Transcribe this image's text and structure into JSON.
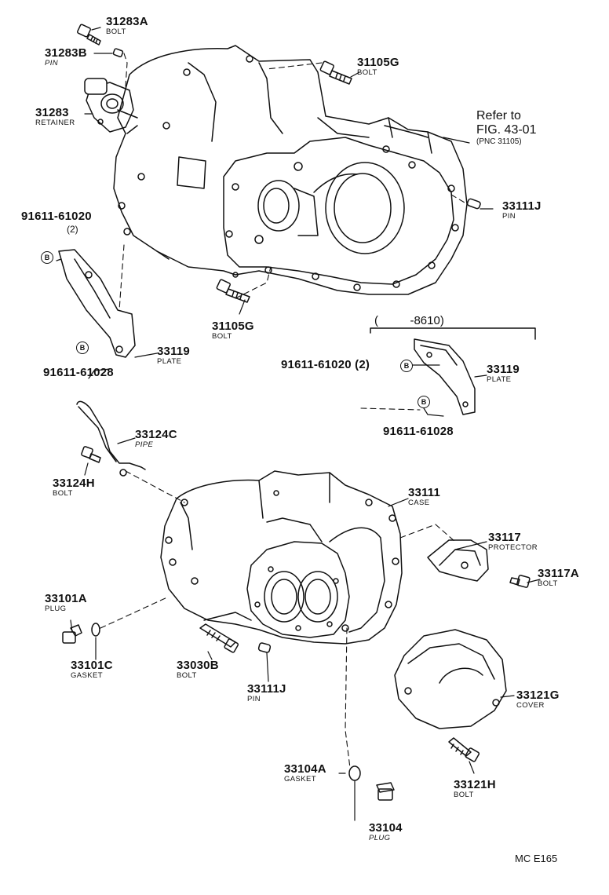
{
  "parts": [
    {
      "id": "p1",
      "number": "31283A",
      "name": "BOLT"
    },
    {
      "id": "p2",
      "number": "31283B",
      "name": "PIN"
    },
    {
      "id": "p3",
      "number": "31283",
      "name": "RETAINER"
    },
    {
      "id": "p4",
      "number": "31105G",
      "name": "BOLT"
    },
    {
      "id": "p5",
      "number": "33111J",
      "name": "PIN"
    },
    {
      "id": "p6",
      "number": "91611-61020",
      "name": "(2)"
    },
    {
      "id": "p7",
      "number": "31105G",
      "name": "BOLT"
    },
    {
      "id": "p8",
      "number": "33119",
      "name": "PLATE"
    },
    {
      "id": "p9",
      "number": "91611-61028",
      "name": ""
    },
    {
      "id": "p10",
      "number": "91611-61020 (2)",
      "name": ""
    },
    {
      "id": "p11",
      "number": "33119",
      "name": "PLATE"
    },
    {
      "id": "p12",
      "number": "91611-61028",
      "name": ""
    },
    {
      "id": "p13",
      "number": "33124C",
      "name": "PIPE"
    },
    {
      "id": "p14",
      "number": "33124H",
      "name": "BOLT"
    },
    {
      "id": "p15",
      "number": "33111",
      "name": "CASE"
    },
    {
      "id": "p16",
      "number": "33117",
      "name": "PROTECTOR"
    },
    {
      "id": "p17",
      "number": "33117A",
      "name": "BOLT"
    },
    {
      "id": "p18",
      "number": "33101A",
      "name": "PLUG"
    },
    {
      "id": "p19",
      "number": "33101C",
      "name": "GASKET"
    },
    {
      "id": "p20",
      "number": "33030B",
      "name": "BOLT"
    },
    {
      "id": "p21",
      "number": "33111J",
      "name": "PIN"
    },
    {
      "id": "p22",
      "number": "33121G",
      "name": "COVER"
    },
    {
      "id": "p23",
      "number": "33104A",
      "name": "GASKET"
    },
    {
      "id": "p24",
      "number": "33121H",
      "name": "BOLT"
    },
    {
      "id": "p25",
      "number": "33104",
      "name": "PLUG"
    }
  ],
  "reference": {
    "line1": "Refer to",
    "line2": "FIG. 43-01",
    "line3": "(PNC 31105)"
  },
  "date_range": {
    "open": "(",
    "text": "-8610)"
  },
  "bolt_marker": "B",
  "footer_code": "MC  E165"
}
